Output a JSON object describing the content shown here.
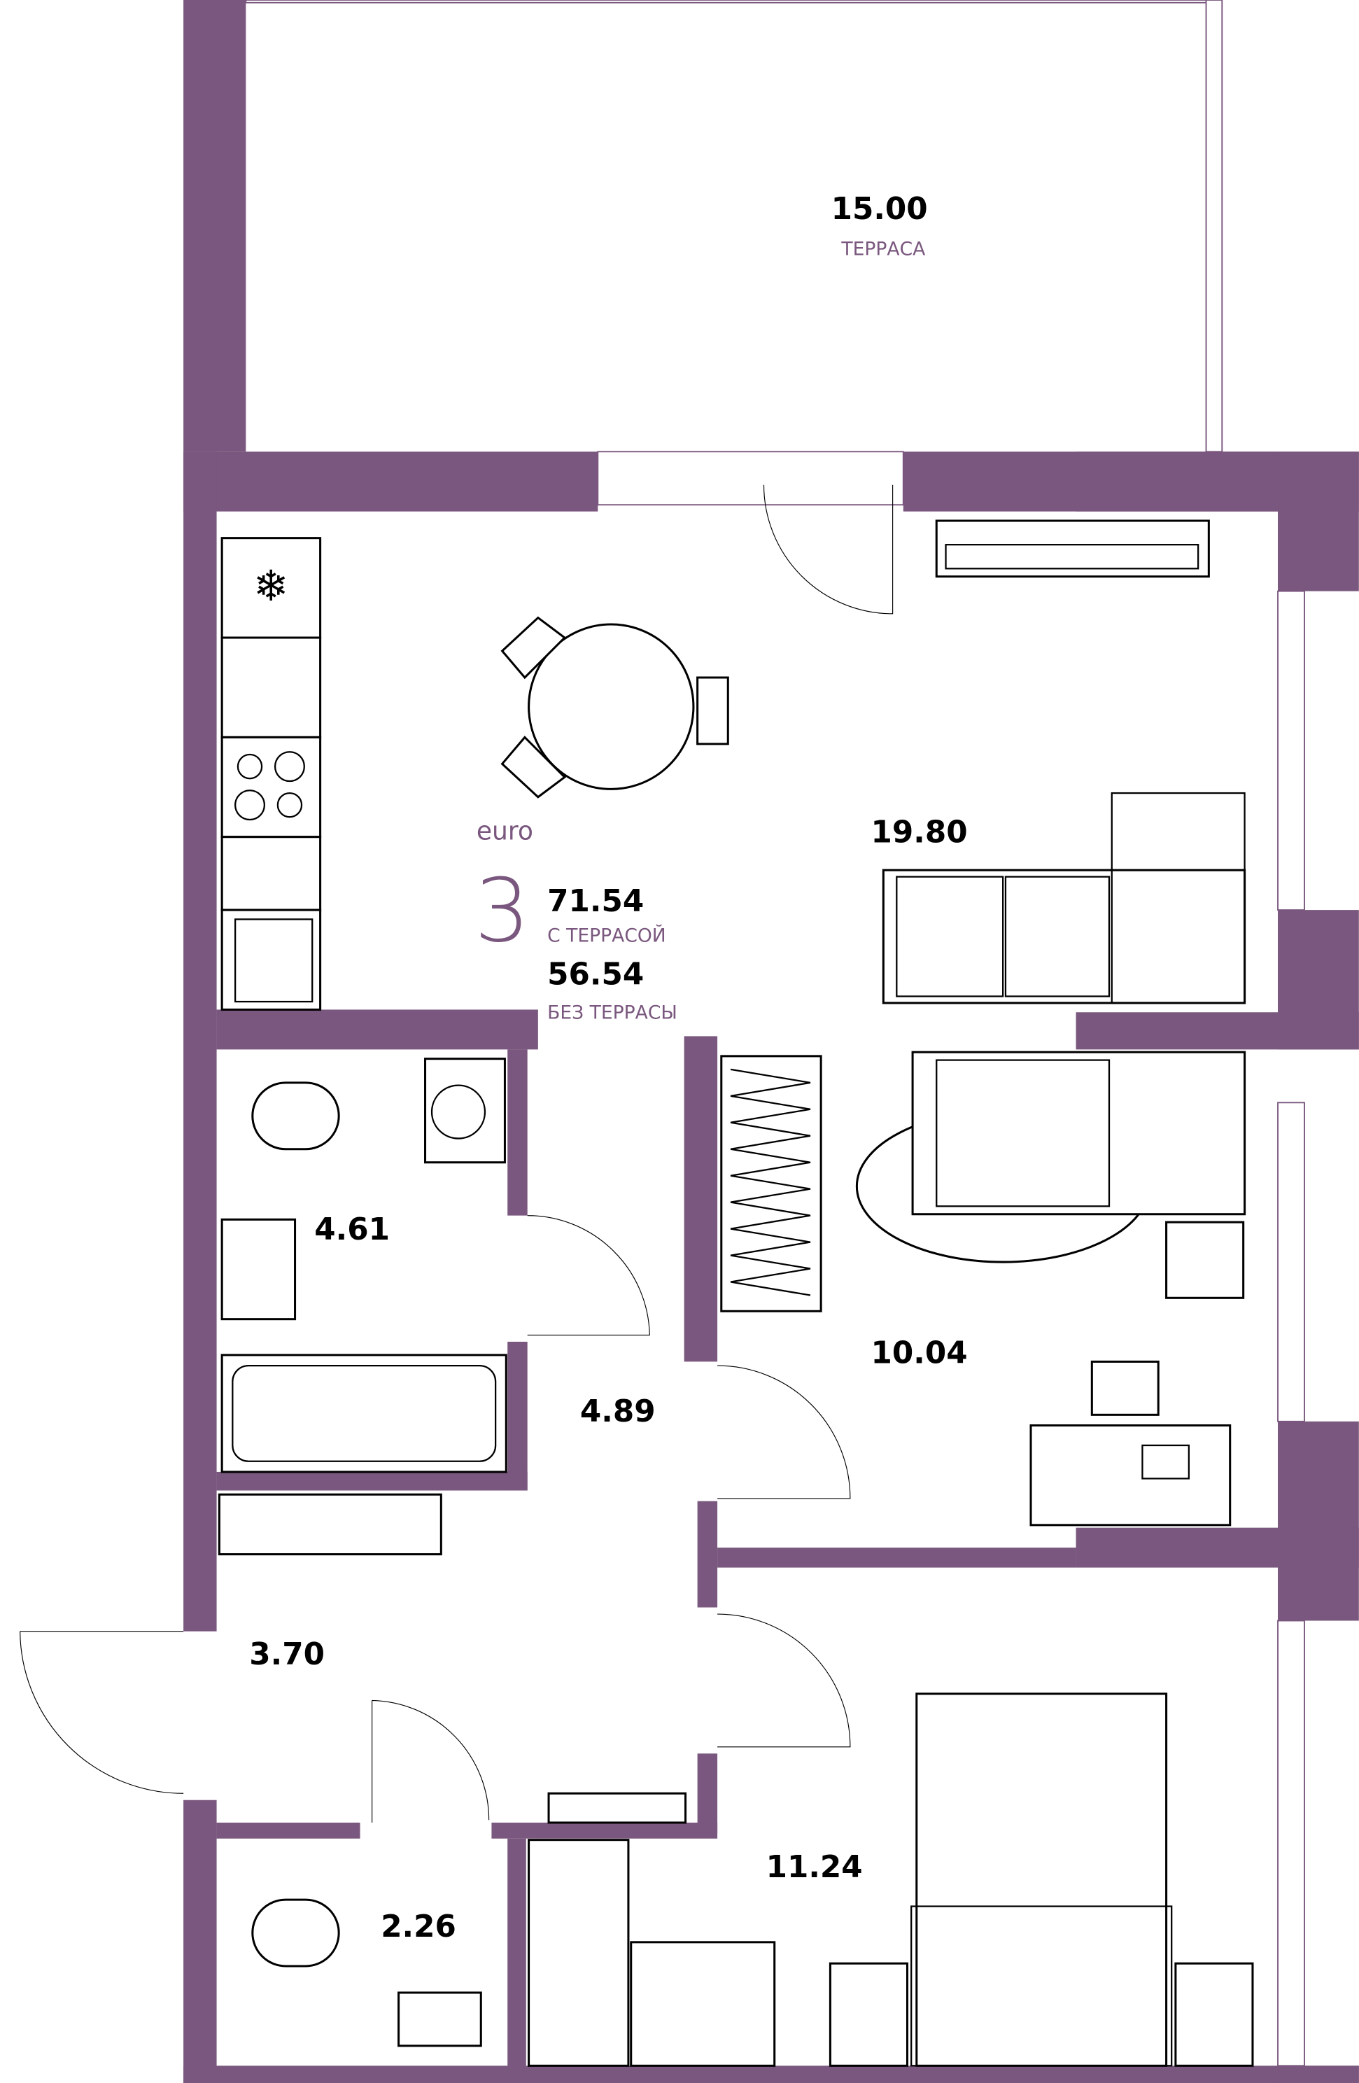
{
  "colors": {
    "wall": "#7a577e",
    "text": "#000000",
    "label": "#7a577e"
  },
  "summary": {
    "type": "euro",
    "rooms": "3",
    "total_area": "71.54",
    "total_label": "С ТЕРРАСОЙ",
    "area_without": "56.54",
    "without_label": "БЕЗ ТЕРРАСЫ"
  },
  "rooms": {
    "terrace": {
      "area": "15.00",
      "label": "ТЕРРАСА"
    },
    "kitchen_living": {
      "area": "19.80"
    },
    "bathroom": {
      "area": "4.61"
    },
    "hall": {
      "area": "4.89"
    },
    "bedroom_small": {
      "area": "10.04"
    },
    "entrance": {
      "area": "3.70"
    },
    "wc": {
      "area": "2.26"
    },
    "bedroom": {
      "area": "11.24"
    }
  }
}
